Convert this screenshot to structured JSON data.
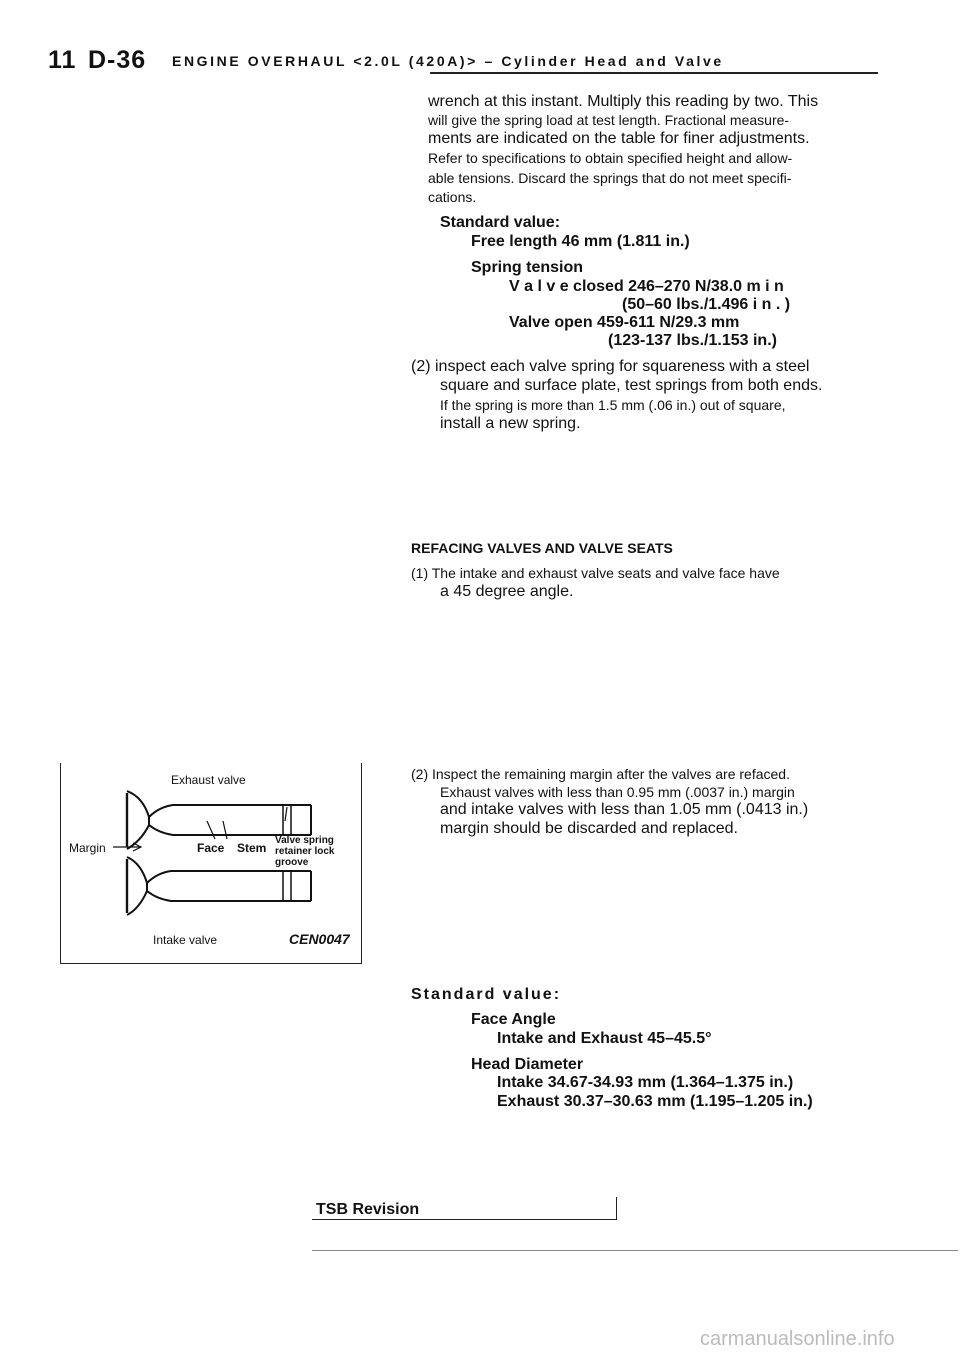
{
  "header": {
    "page_num": "11",
    "code": "D-36",
    "title": "ENGINE OVERHAUL <2.0L (420A)> – Cylinder Head and Valve"
  },
  "intro": {
    "l1": "wrench at this instant. Multiply this reading by two. This",
    "l2": "will give the spring load at test length. Fractional measure-",
    "l3": "ments are indicated on the table for finer adjustments.",
    "l4": "Refer to specifications to obtain specified height and allow-",
    "l5": "able tensions. Discard the springs that do not meet specifi-",
    "l6": "cations."
  },
  "spec1": {
    "heading": "Standard value:",
    "free_length": "Free length 46 mm (1.811 in.)",
    "spring_tension": "Spring tension",
    "valve_closed": "V a l v e closed 246–270 N/38.0 m i n",
    "valve_closed_2": "(50–60 lbs./1.496 i n . )",
    "valve_open": "Valve open 459-611 N/29.3 mm",
    "valve_open_2": "(123-137 lbs./1.153 in.)"
  },
  "step2": {
    "l1": "(2) inspect each valve spring for squareness with a steel",
    "l2": "square and surface plate, test springs from both ends.",
    "l3": "If the spring is more than 1.5 mm (.06 in.) out of square,",
    "l4": "install a new spring."
  },
  "refacing": {
    "heading": "REFACING VALVES AND VALVE SEATS",
    "l1": "(1) The intake and exhaust valve seats and valve face have",
    "l2": "a 45 degree angle."
  },
  "margin": {
    "l1": "(2) Inspect the remaining margin after the valves are refaced.",
    "l2": "Exhaust valves with less than 0.95 mm (.0037 in.) margin",
    "l3": "and intake valves with less than 1.05 mm (.0413 in.)",
    "l4": "margin should be discarded and replaced."
  },
  "figure": {
    "top_label": "Exhaust valve",
    "margin": "Margin",
    "face": "Face",
    "stem": "Stem",
    "retainer_1": "Valve spring",
    "retainer_2": "retainer lock",
    "retainer_3": "groove",
    "bottom_label": "Intake valve",
    "code": "CEN0047"
  },
  "spec2": {
    "heading": "Standard value:",
    "face_angle": "Face Angle",
    "intake_exhaust": "Intake and Exhaust 45–45.5°",
    "head_diameter": "Head Diameter",
    "intake": "Intake 34.67-34.93 mm (1.364–1.375 in.)",
    "exhaust": "Exhaust 30.37–30.63 mm (1.195–1.205 in.)"
  },
  "footer": {
    "revision": "TSB Revision",
    "watermark": "carmanualsonline.info"
  },
  "colors": {
    "text": "#111111",
    "watermark": "#bbbbbb"
  }
}
